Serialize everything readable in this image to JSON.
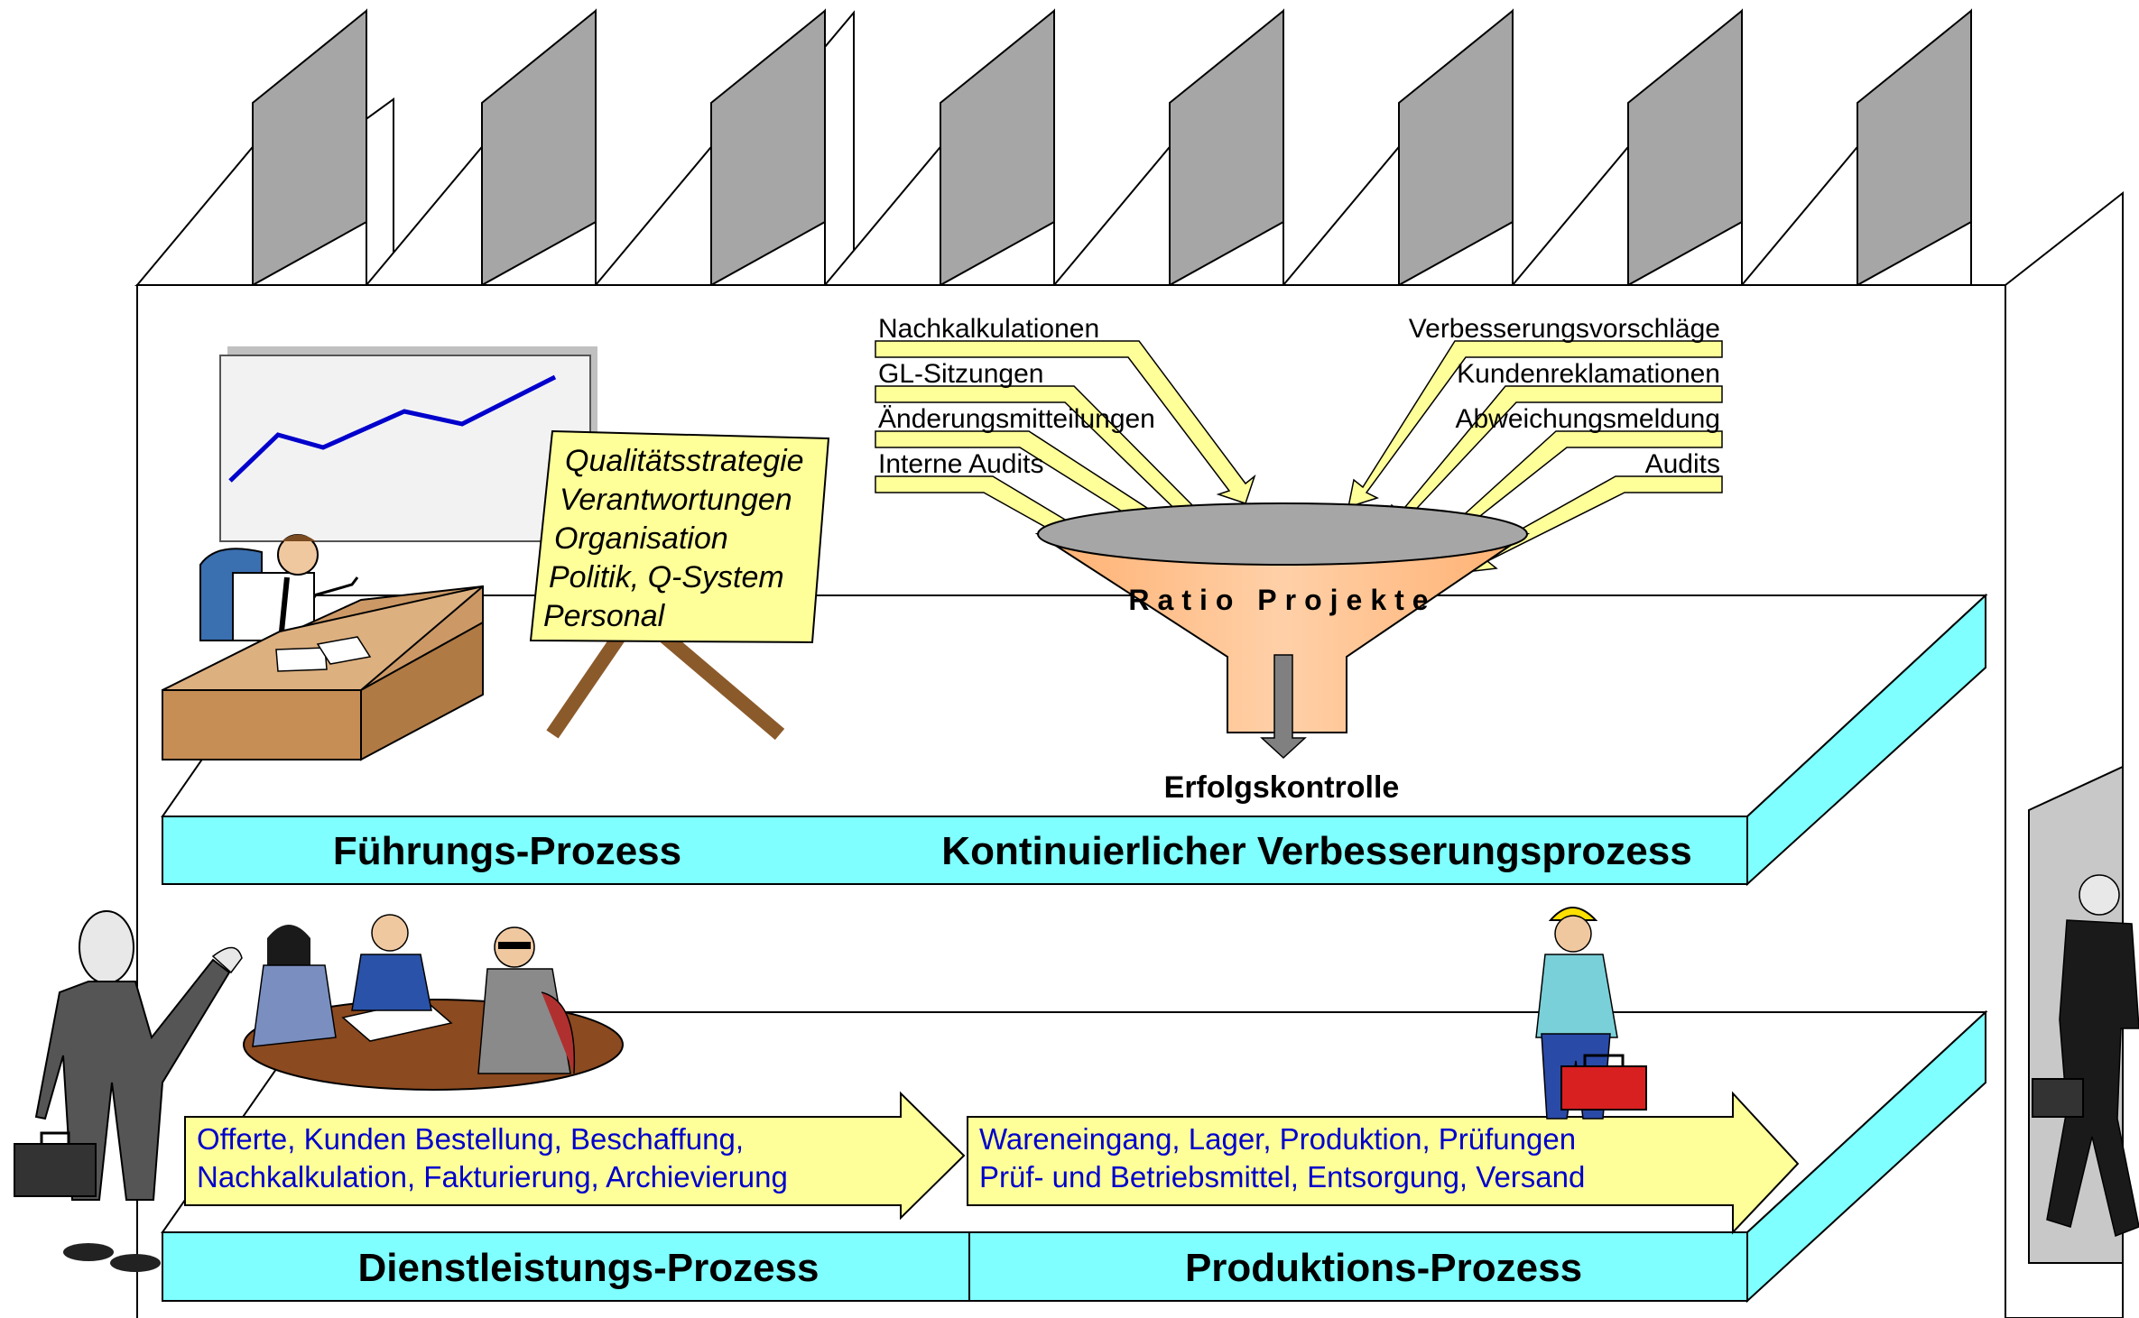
{
  "management_note": {
    "lines": [
      "Qualitätsstrategie",
      "Verantwortungen",
      "Organisation",
      "Politik, Q-System",
      "Personal"
    ]
  },
  "funnel": {
    "inputs_left": [
      "Nachkalkulationen",
      "GL-Sitzungen",
      "Änderungsmitteilungen",
      "Interne Audits"
    ],
    "inputs_right": [
      "Verbesserungsvorschläge",
      "Kundenreklamationen",
      "Abweichungsmeldung",
      "Audits"
    ],
    "label": "Ratio Projekte",
    "output": "Erfolgskontrolle"
  },
  "upper_bar": {
    "left_label": "Führungs-Prozess",
    "right_label": "Kontinuierlicher Verbesserungsprozess"
  },
  "lower_bar": {
    "left_label": "Dienstleistungs-Prozess",
    "right_label": "Produktions-Prozess"
  },
  "service_flow": {
    "line1": "Offerte, Kunden Bestellung, Beschaffung,",
    "line2": "Nachkalkulation, Fakturierung, Archievierung"
  },
  "production_flow": {
    "line1": "Wareneingang, Lager, Produktion, Prüfungen",
    "line2": "Prüf- und Betriebsmittel, Entsorgung, Versand"
  },
  "colors": {
    "bar_cyan": "#7fffff",
    "arrow_yellow": "#ffff99",
    "funnel_orange": "#ffc08c",
    "roof_grey": "#a6a6a6",
    "flow_text_blue": "#0000cc",
    "desk_tan": "#cc9966"
  },
  "icons": [
    "factory-roof",
    "chart-board",
    "manager-at-desk",
    "meeting-group",
    "visitor-with-briefcase",
    "worker-with-toolbox",
    "person-leaving-door"
  ]
}
